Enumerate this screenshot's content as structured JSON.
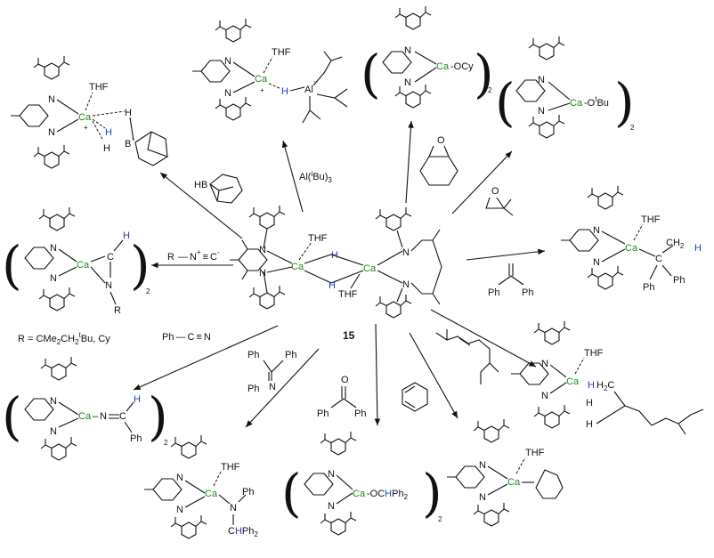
{
  "labels": {
    "compound": "15",
    "ca": "Ca",
    "thf": "THF",
    "n": "N",
    "h": "H",
    "b": "B",
    "al": "Al",
    "o": "O",
    "c": "C",
    "ph": "Ph",
    "r": "R"
  },
  "products": {
    "hbbn": {
      "ca": "Ca",
      "thf": "THF",
      "plus": "+",
      "b": "B",
      "bminus": "-",
      "h1": "H",
      "h2": "H",
      "h3": "H"
    },
    "alkyl_al": {
      "ca": "Ca",
      "thf": "THF",
      "plus": "+",
      "h": "H",
      "al": "Al",
      "alminus": "-"
    },
    "ocy": {
      "ca": "Ca",
      "suffix": "-OCy",
      "sub": "2"
    },
    "otbu": {
      "ca": "Ca",
      "suffix": "-O",
      "t": "t",
      "bu": "Bu",
      "sub": "2"
    },
    "isonitrile": {
      "ca": "Ca",
      "c": "C",
      "h": "H",
      "n": "N",
      "r": "R",
      "sub": "2"
    },
    "diphenylethyl": {
      "ca": "Ca",
      "thf": "THF",
      "c": "C",
      "ch2": "CH",
      "ch2sub": "2",
      "h": "H",
      "ph1": "Ph",
      "ph2": "Ph"
    },
    "imine": {
      "ca": "Ca",
      "n": "N",
      "c": "C",
      "h": "H",
      "ph": "Ph",
      "sub": "2"
    },
    "amide": {
      "ca": "Ca",
      "thf": "THF",
      "n": "N",
      "ph": "Ph",
      "ch": "C",
      "h": "H",
      "ph2": "Ph",
      "ph2sub": "2"
    },
    "alkoxide": {
      "ca": "Ca",
      "suffix": "-OC",
      "h": "H",
      "ph2": "Ph",
      "ph2sub": "2",
      "sub": "2"
    },
    "myrcene": {
      "ca": "Ca",
      "thf": "THF",
      "h1": "H",
      "h2c": "H",
      "h2csub": "2",
      "c": "C",
      "h3": "H",
      "h4": "H"
    },
    "chd": {
      "ca": "Ca",
      "thf": "THF"
    }
  },
  "reagents": {
    "hbbn": "HB",
    "alibu": {
      "al": "Al(",
      "i": "i",
      "bu": "Bu)",
      "sub": "3"
    },
    "isonitrile": {
      "r": "R",
      "n": "N",
      "c": "C",
      "minus": "-",
      "plus": "+"
    },
    "isonitrile_note": {
      "text": "R = CMe",
      "s1": "2",
      "mid": "CH",
      "s2": "2",
      "t": "t",
      "end": "Bu, Cy"
    },
    "ph_cn": {
      "ph": "Ph",
      "c": "C",
      "n": "N"
    },
    "imine": {
      "ph1": "Ph",
      "ph2": "Ph",
      "n": "N",
      "ph3": "Ph"
    },
    "benzophenone": {
      "o": "O",
      "ph1": "Ph",
      "ph2": "Ph"
    },
    "diphenylethene": {
      "ph1": "Ph",
      "ph2": "Ph"
    },
    "epoxide_o": "O"
  }
}
